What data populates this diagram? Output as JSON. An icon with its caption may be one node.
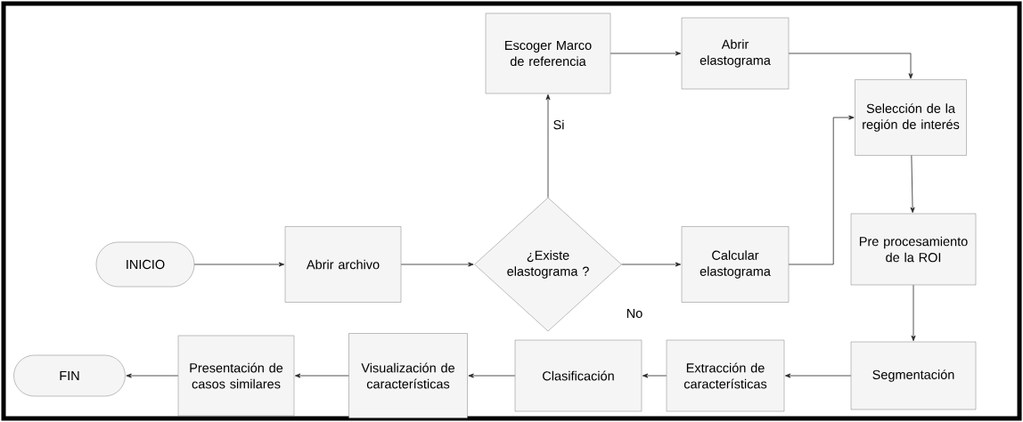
{
  "diagram": {
    "nodes": [
      {
        "text": [
          "INICIO"
        ]
      },
      {
        "text": [
          "Abrir archivo"
        ]
      },
      {
        "text": [
          "¿Existe elastograma ?"
        ]
      },
      {
        "text": [
          "Escoger Marco de referencia"
        ]
      },
      {
        "text": [
          "Abrir elastograma"
        ]
      },
      {
        "text": [
          "Calcular elastograma"
        ]
      },
      {
        "text": [
          "Selección de la región de interés"
        ]
      },
      {
        "text": [
          "Pre procesamiento de la ROI"
        ]
      },
      {
        "text": [
          "Segmentación"
        ]
      },
      {
        "text": [
          "Extracción de características"
        ]
      },
      {
        "text": [
          "Clasificación"
        ]
      },
      {
        "text": [
          "Visualización de características"
        ]
      },
      {
        "text": [
          "Presentación de casos similares"
        ]
      },
      {
        "text": [
          "FIN"
        ]
      }
    ],
    "edges": [
      {
        "from": 0,
        "to": 1,
        "arrow": "to"
      },
      {
        "from": 1,
        "to": 2,
        "arrow": "to"
      },
      {
        "from": 2,
        "to": 3,
        "arrow": "to",
        "label": "Si"
      },
      {
        "from": 2,
        "to": 5,
        "arrow": "to",
        "label": "No"
      },
      {
        "from": 3,
        "to": 4,
        "arrow": "to"
      },
      {
        "from": 4,
        "to": 6,
        "arrow": "to"
      },
      {
        "from": 5,
        "to": 6,
        "arrow": "to"
      },
      {
        "from": 6,
        "to": 7,
        "arrow": "to"
      },
      {
        "from": 7,
        "to": 8,
        "arrow": "to"
      },
      {
        "from": 8,
        "to": 9,
        "arrow": "to"
      },
      {
        "from": 9,
        "to": 10,
        "arrow": "to"
      },
      {
        "from": 10,
        "to": 11,
        "arrow": "to"
      },
      {
        "from": 11,
        "to": 12,
        "arrow": "to"
      },
      {
        "from": 12,
        "to": 13,
        "arrow": "to"
      }
    ]
  }
}
